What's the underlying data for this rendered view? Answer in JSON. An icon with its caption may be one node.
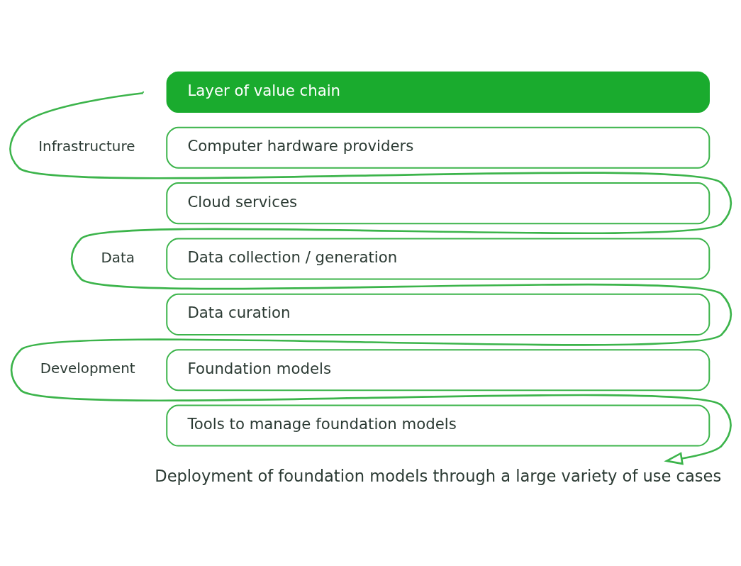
{
  "diagram": {
    "nodes": [
      {
        "text": [
          "Layer of value chain"
        ]
      },
      {
        "text": [
          "Computer hardware providers"
        ]
      },
      {
        "text": [
          "Cloud services"
        ]
      },
      {
        "text": [
          "Data collection / generation"
        ]
      },
      {
        "text": [
          "Data curation"
        ]
      },
      {
        "text": [
          "Foundation models"
        ]
      },
      {
        "text": [
          "Tools to manage foundation models"
        ]
      },
      {
        "text": [
          "Deployment of foundation models through a large variety of use cases"
        ]
      }
    ],
    "edges": [
      {
        "from": null,
        "to": 7,
        "arrow": "to"
      }
    ],
    "labels": [
      "Infrastructure",
      "Data",
      "Development"
    ]
  }
}
